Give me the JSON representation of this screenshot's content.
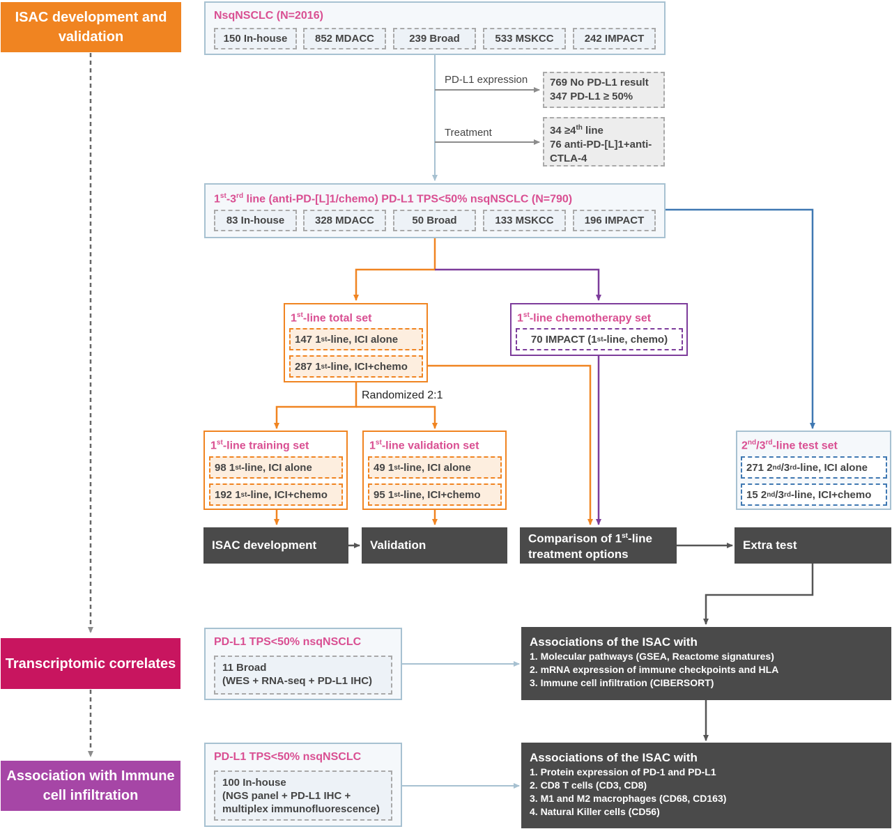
{
  "colors": {
    "orange": "#f08421",
    "crimson": "#c8155f",
    "purple": "#a646a6",
    "pink": "#d94f92",
    "grayblue": "#a7c1d1",
    "blue": "#3f78b2",
    "dark": "#4a4a4a"
  },
  "stages": {
    "dev": "ISAC development and validation",
    "trans": "Transcriptomic correlates",
    "immune": "Association with Immune cell infiltration"
  },
  "top": {
    "title": "NsqNSCLC (N=2016)",
    "cohorts": [
      "150 In-house",
      "852 MDACC",
      "239 Broad",
      "533 MSKCC",
      "242 IMPACT"
    ]
  },
  "exclusions": {
    "pdl1_label": "PD-L1 expression",
    "pdl1_lines": [
      "769 No PD-L1 result",
      "347 PD-L1 ≥ 50%"
    ],
    "treatment_label": "Treatment",
    "treatment_line1_num": "34 ≥4",
    "treatment_line1_sup": "th",
    "treatment_line1_rest": " line",
    "treatment_line2": "76 anti-PD-[L]1+anti-",
    "treatment_line3": "CTLA-4"
  },
  "second": {
    "t1": "1",
    "t1_sup": "st",
    "t2": "-3",
    "t2_sup": "rd",
    "t3": " line (anti-PD-[L]1/chemo) PD-L1 TPS<50% nsqNSCLC (N=790)",
    "cohorts": [
      "83 In-house",
      "328 MDACC",
      "50 Broad",
      "133 MSKCC",
      "196 IMPACT"
    ]
  },
  "total_set": {
    "title_a": "1",
    "title_sup": "st",
    "title_b": "-line total set",
    "r1_a": "147 1",
    "r1_sup": "st",
    "r1_b": "-line, ICI alone",
    "r2_a": "287 1",
    "r2_sup": "st",
    "r2_b": "-line, ICI+chemo"
  },
  "chemo_set": {
    "title_a": "1",
    "title_sup": "st",
    "title_b": "-line chemotherapy set",
    "r1_a": "70  IMPACT (1",
    "r1_sup": "st",
    "r1_b": "-line, chemo)"
  },
  "randomized": "Randomized 2:1",
  "training": {
    "title_a": "1",
    "title_sup": "st",
    "title_b": "-line training set",
    "r1_a": "98 1",
    "r1_sup": "st",
    "r1_b": "-line, ICI alone",
    "r2_a": "192 1",
    "r2_sup": "st",
    "r2_b": "-line, ICI+chemo"
  },
  "validation_set": {
    "title_a": "1",
    "title_sup": "st",
    "title_b": "-line validation set",
    "r1_a": "49 1",
    "r1_sup": "st",
    "r1_b": "-line, ICI alone",
    "r2_a": "95 1",
    "r2_sup": "st",
    "r2_b": "-line, ICI+chemo"
  },
  "test_set": {
    "title_a": "2",
    "title_sup1": "nd",
    "title_mid": "/3",
    "title_sup2": "rd",
    "title_b": "-line test set",
    "r1_a": "271 2",
    "r1_sup1": "nd",
    "r1_mid": "/3",
    "r1_sup2": "rd",
    "r1_b": "-line, ICI alone",
    "r2_a": "15 2",
    "r2_sup1": "nd",
    "r2_mid": "/3",
    "r2_sup2": "rd",
    "r2_b": "-line, ICI+chemo"
  },
  "outcomes": {
    "isac_dev": "ISAC development",
    "validation": "Validation",
    "comparison_a": "Comparison of 1",
    "comparison_sup": "st",
    "comparison_b": "-line",
    "comparison_c": "treatment options",
    "extra": "Extra test"
  },
  "transcriptomic": {
    "title": "PD-L1 TPS<50% nsqNSCLC",
    "line1": "11 Broad",
    "line2": "(WES + RNA-seq + PD-L1 IHC)"
  },
  "assoc1": {
    "heading": "Associations of the ISAC with",
    "items": [
      "1.  Molecular pathways (GSEA, Reactome signatures)",
      "2.  mRNA expression of immune checkpoints and HLA",
      "3.  Immune cell infiltration (CIBERSORT)"
    ]
  },
  "immune_panel": {
    "title": "PD-L1 TPS<50% nsqNSCLC",
    "line1": "100 In-house",
    "line2": "(NGS panel + PD-L1 IHC +",
    "line3": "multiplex immunofluorescence)"
  },
  "assoc2": {
    "heading": "Associations of the ISAC with",
    "items": [
      "1.  Protein expression of PD-1 and PD-L1",
      "2.  CD8 T cells (CD3, CD8)",
      "3.  M1 and M2 macrophages (CD68, CD163)",
      "4.  Natural Killer cells (CD56)"
    ]
  }
}
